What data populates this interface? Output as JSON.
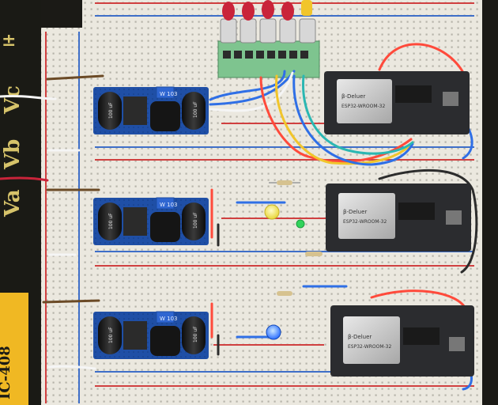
{
  "bench": {
    "left_labels": {
      "vc": "Vc",
      "vb": "Vb",
      "va": "Va"
    },
    "side_plate": "IC-408",
    "top_mark": "±"
  },
  "buck_converter": {
    "pot_label": "W 103",
    "cap_text_left": "100 uF",
    "cap_text_right": "100 uF"
  },
  "mcu_board": {
    "shield_brand": "β-Deluer",
    "shield_model": "ESP32-WROOM-32"
  },
  "colors": {
    "breadboard": "#e9e7de",
    "buck_pcb": "#1f4fa6",
    "mcu_pcb": "#2b2c2f",
    "rail_red": "#d04040",
    "rail_blue": "#3f6fc8",
    "led_yellow": "#f1e33a",
    "led_green": "#31d35b",
    "led_blue": "#2d76ff"
  }
}
